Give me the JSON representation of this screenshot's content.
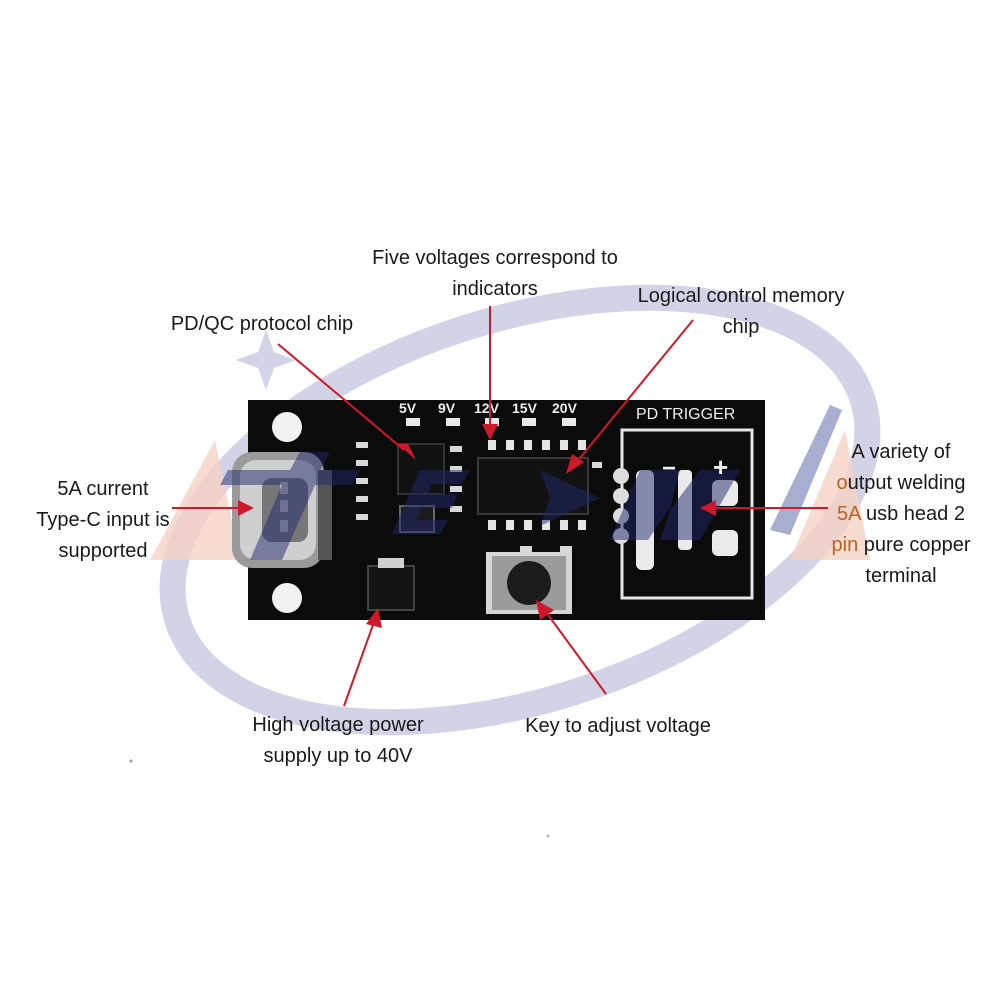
{
  "board": {
    "silkscreen_title": "PD TRIGGER",
    "voltage_labels": [
      "5V",
      "9V",
      "12V",
      "15V",
      "20V"
    ],
    "terminal_plus": "+",
    "terminal_minus": "−"
  },
  "annotations": {
    "five_voltages": [
      "Five voltages correspond to",
      "indicators"
    ],
    "pd_qc_chip": [
      "PD/QC protocol chip"
    ],
    "logic_memory": [
      "Logical control memory",
      "chip"
    ],
    "typec_input": [
      "5A current",
      "Type-C input is",
      "supported"
    ],
    "output_terminal": {
      "line1": "A variety of",
      "line2_accent": "o",
      "line2_rest": "utput welding",
      "line3_accent": "5A",
      "line3_rest": " usb head 2",
      "line4_accent": "pin",
      "line4_rest": " pure copper",
      "line5": "terminal"
    },
    "high_voltage": [
      "High voltage power",
      "supply up to 40V"
    ],
    "key_adjust": [
      "Key to adjust voltage"
    ]
  },
  "colors": {
    "pcb": "#0b0b0b",
    "arrow": "#d0182b",
    "watermark": "#b9bcd8",
    "watermark_text": "#1f2a6e",
    "text": "#1a1a1a",
    "accent": "#b8651e"
  }
}
